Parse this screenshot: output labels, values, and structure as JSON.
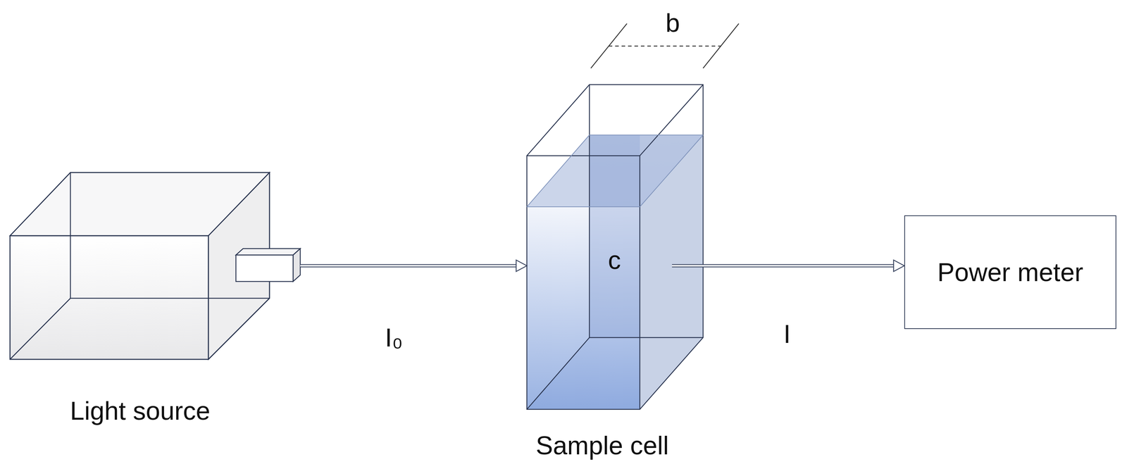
{
  "diagram": {
    "nodes": [
      {
        "text": [
          "Light source"
        ]
      },
      {
        "text": [
          "c",
          "Sample cell"
        ]
      },
      {
        "text": [
          "Power meter"
        ]
      }
    ],
    "edges": [
      {
        "from": 0,
        "to": 1,
        "arrow": "to",
        "label": "I₀"
      },
      {
        "from": 1,
        "to": 2,
        "arrow": "to",
        "label": "I"
      }
    ],
    "labels": [
      "b"
    ]
  }
}
